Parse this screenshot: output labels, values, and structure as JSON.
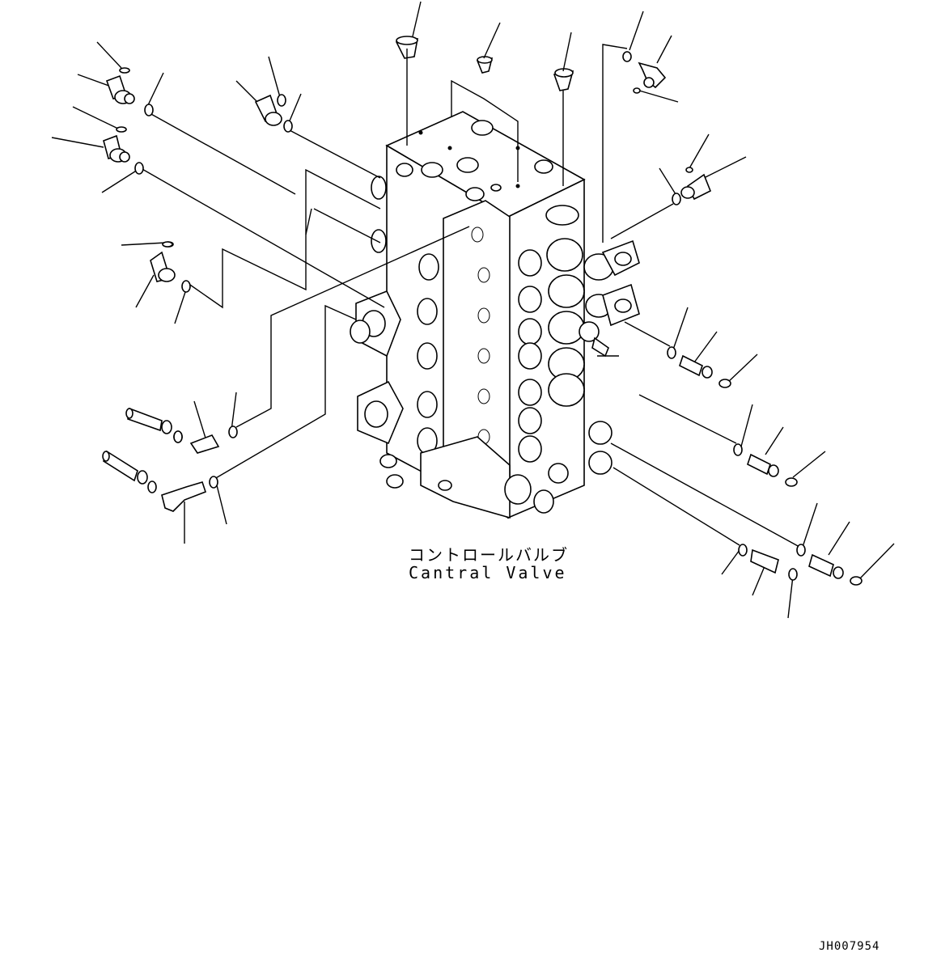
{
  "diagram": {
    "title_jp": "コントロールバルブ",
    "title_en": "Cantral Valve",
    "drawing_id": "JH007954"
  },
  "colors": {
    "line": "#000000",
    "background": "#ffffff"
  }
}
